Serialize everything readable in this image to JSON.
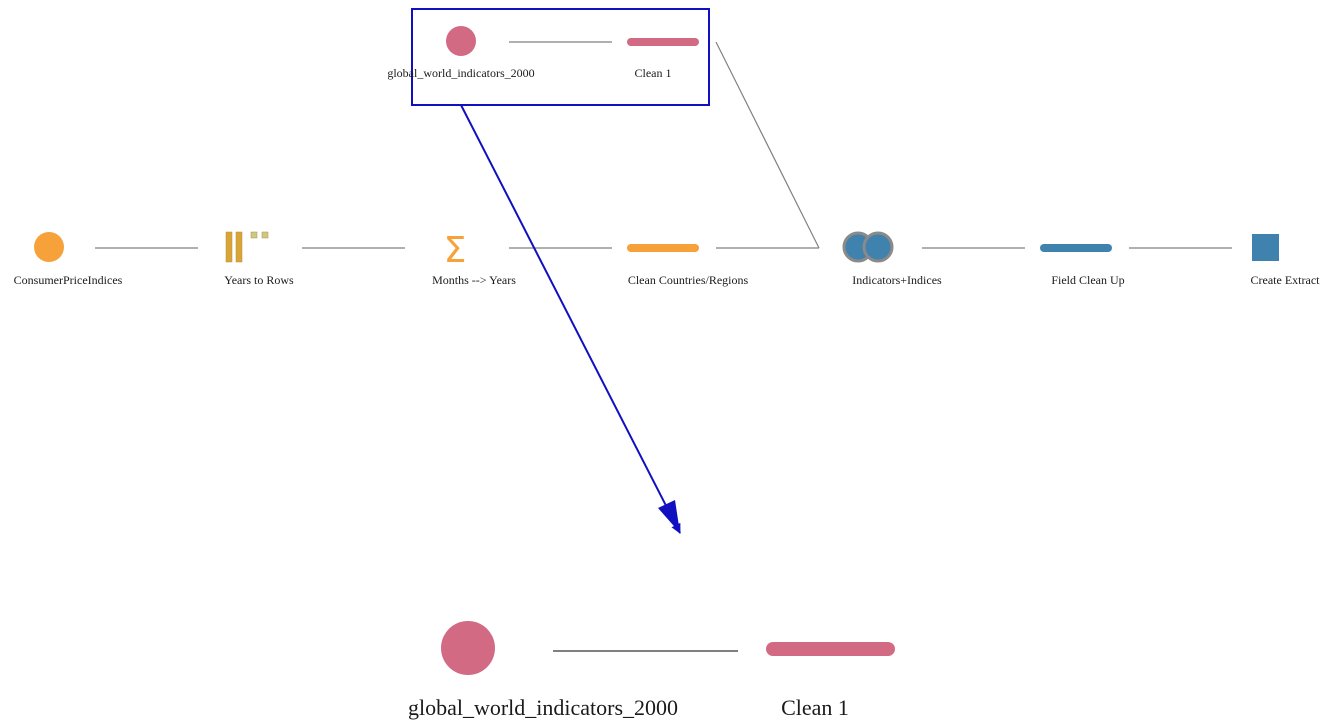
{
  "colors": {
    "input_orange": "#F7A13A",
    "pivot_orange": "#D9A43A",
    "pivot_dot": "#C9C98A",
    "aggregate_orange": "#F7A13A",
    "clean_orange": "#F7A13A",
    "pink": "#D36A84",
    "blue": "#3F82AD",
    "join_outline": "#8A8A8A",
    "connector": "#808080",
    "highlight": "#1010C0"
  },
  "flow": {
    "top_branch": {
      "input": {
        "label": "global_world_indicators_2000",
        "icon": "circle-input-icon"
      },
      "clean": {
        "label": "Clean 1",
        "icon": "clean-bar-icon"
      }
    },
    "main": {
      "input": {
        "label": "ConsumerPriceIndices",
        "icon": "circle-input-icon"
      },
      "pivot": {
        "label": "Years to Rows",
        "icon": "pivot-icon"
      },
      "aggregate": {
        "label": "Months --> Years",
        "icon": "sigma-icon"
      },
      "clean": {
        "label": "Clean Countries/Regions",
        "icon": "clean-bar-icon"
      },
      "join": {
        "label": "Indicators+Indices",
        "icon": "join-icon"
      },
      "field_clean": {
        "label": "Field Clean Up",
        "icon": "clean-bar-icon"
      },
      "output": {
        "label": "Create Extract",
        "icon": "output-square-icon"
      }
    },
    "zoom": {
      "input": {
        "label": "global_world_indicators_2000"
      },
      "clean": {
        "label": "Clean 1"
      }
    },
    "aggregate_symbol": "Σ"
  }
}
